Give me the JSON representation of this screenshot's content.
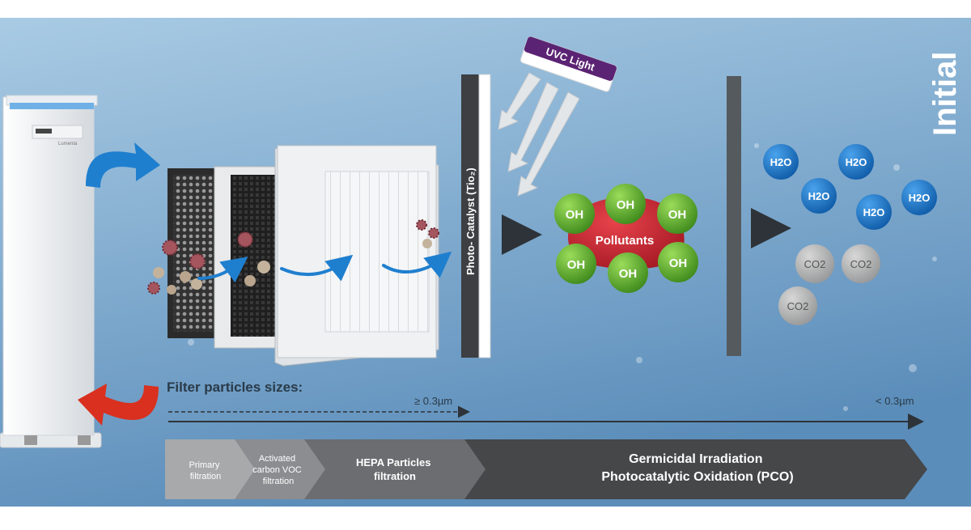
{
  "brand": "Initial",
  "uvc_label": "UVC Light",
  "photocatalyst_label": "Photo- Catalyst (Tio₂)",
  "device_label": "Lumenta",
  "molecules": {
    "oh": "OH",
    "pollutants": "Pollutants",
    "h2o": "H2O",
    "co2": "CO2"
  },
  "sizes": {
    "title": "Filter particles sizes:",
    "left": "≥ 0.3µm",
    "right": "< 0.3µm"
  },
  "stages": {
    "primary": [
      "Primary",
      "filtration"
    ],
    "carbon": [
      "Activated",
      "carbon VOC",
      "filtration"
    ],
    "hepa": [
      "HEPA Particles",
      "filtration"
    ],
    "pco": [
      "Germicidal Irradiation",
      "Photocatalytic Oxidation (PCO)"
    ]
  },
  "colors": {
    "bg_top": "#9fc3df",
    "bg_bottom": "#5e90bc",
    "blue_arrow": "#1f7fcf",
    "red_arrow": "#d9301f",
    "oh_green": "#5aa52a",
    "pollutant_red": "#c41f2a",
    "h2o_blue": "#1670c4",
    "co2_gray": "#a9aaab",
    "uvc_purple": "#5b2373",
    "stage_primary": "#a7a9ab",
    "stage_carbon": "#8b8d90",
    "stage_hepa": "#6b6d70",
    "stage_pco": "#454749"
  }
}
